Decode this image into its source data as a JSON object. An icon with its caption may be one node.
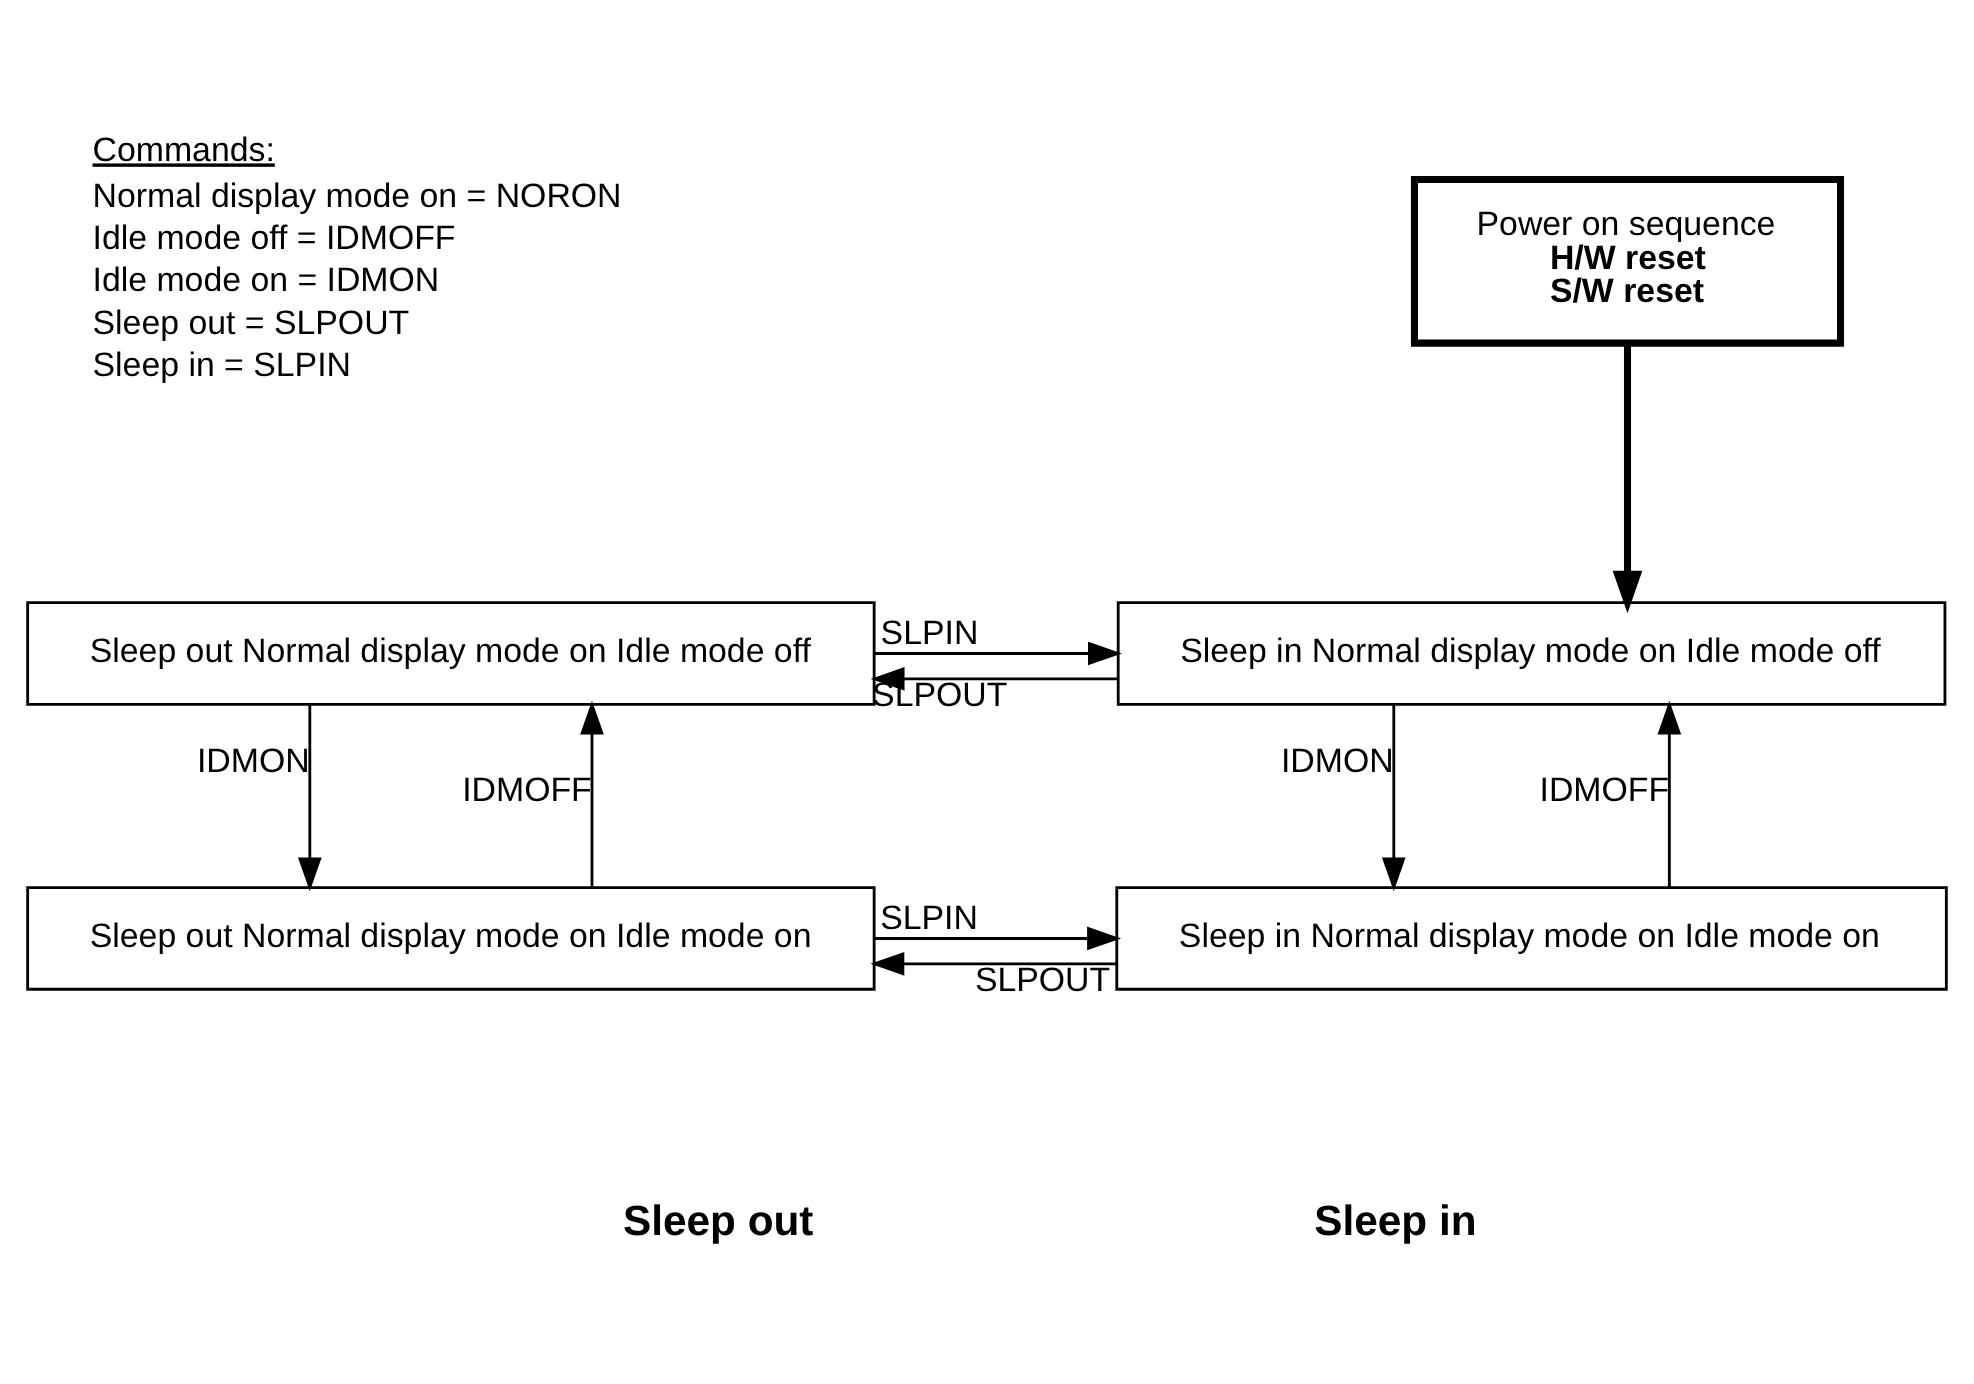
{
  "diagram": {
    "nodes": [
      {
        "text": [
          "Power on sequence",
          "H/W reset",
          "S/W reset"
        ]
      },
      {
        "text": [
          "Sleep out Normal display mode on Idle mode off"
        ]
      },
      {
        "text": [
          "Sleep in Normal display mode on Idle mode off"
        ]
      },
      {
        "text": [
          "Sleep out Normal display mode on Idle mode on"
        ]
      },
      {
        "text": [
          "Sleep in Normal display mode on Idle mode on"
        ]
      }
    ],
    "edges": [
      {
        "from": 0,
        "to": 2,
        "arrow": "to",
        "style": "thick"
      },
      {
        "from": 1,
        "to": 2,
        "arrow": "to",
        "label": "SLPIN"
      },
      {
        "from": 2,
        "to": 1,
        "arrow": "to",
        "label": "SLPOUT"
      },
      {
        "from": 1,
        "to": 3,
        "arrow": "to",
        "label": "IDMON"
      },
      {
        "from": 3,
        "to": 1,
        "arrow": "to",
        "label": "IDMOFF"
      },
      {
        "from": 2,
        "to": 4,
        "arrow": "to",
        "label": "IDMON"
      },
      {
        "from": 4,
        "to": 2,
        "arrow": "to",
        "label": "IDMOFF"
      },
      {
        "from": 3,
        "to": 4,
        "arrow": "to",
        "label": "SLPIN"
      },
      {
        "from": 4,
        "to": 3,
        "arrow": "to",
        "label": "SLPOUT"
      }
    ],
    "labels": [
      "Commands:",
      "Normal display mode on = NORON",
      "Idle mode off = IDMOFF",
      "Idle mode on = IDMON",
      "Sleep out = SLPOUT",
      "Sleep in = SLPIN",
      "Sleep out",
      "Sleep in"
    ]
  }
}
